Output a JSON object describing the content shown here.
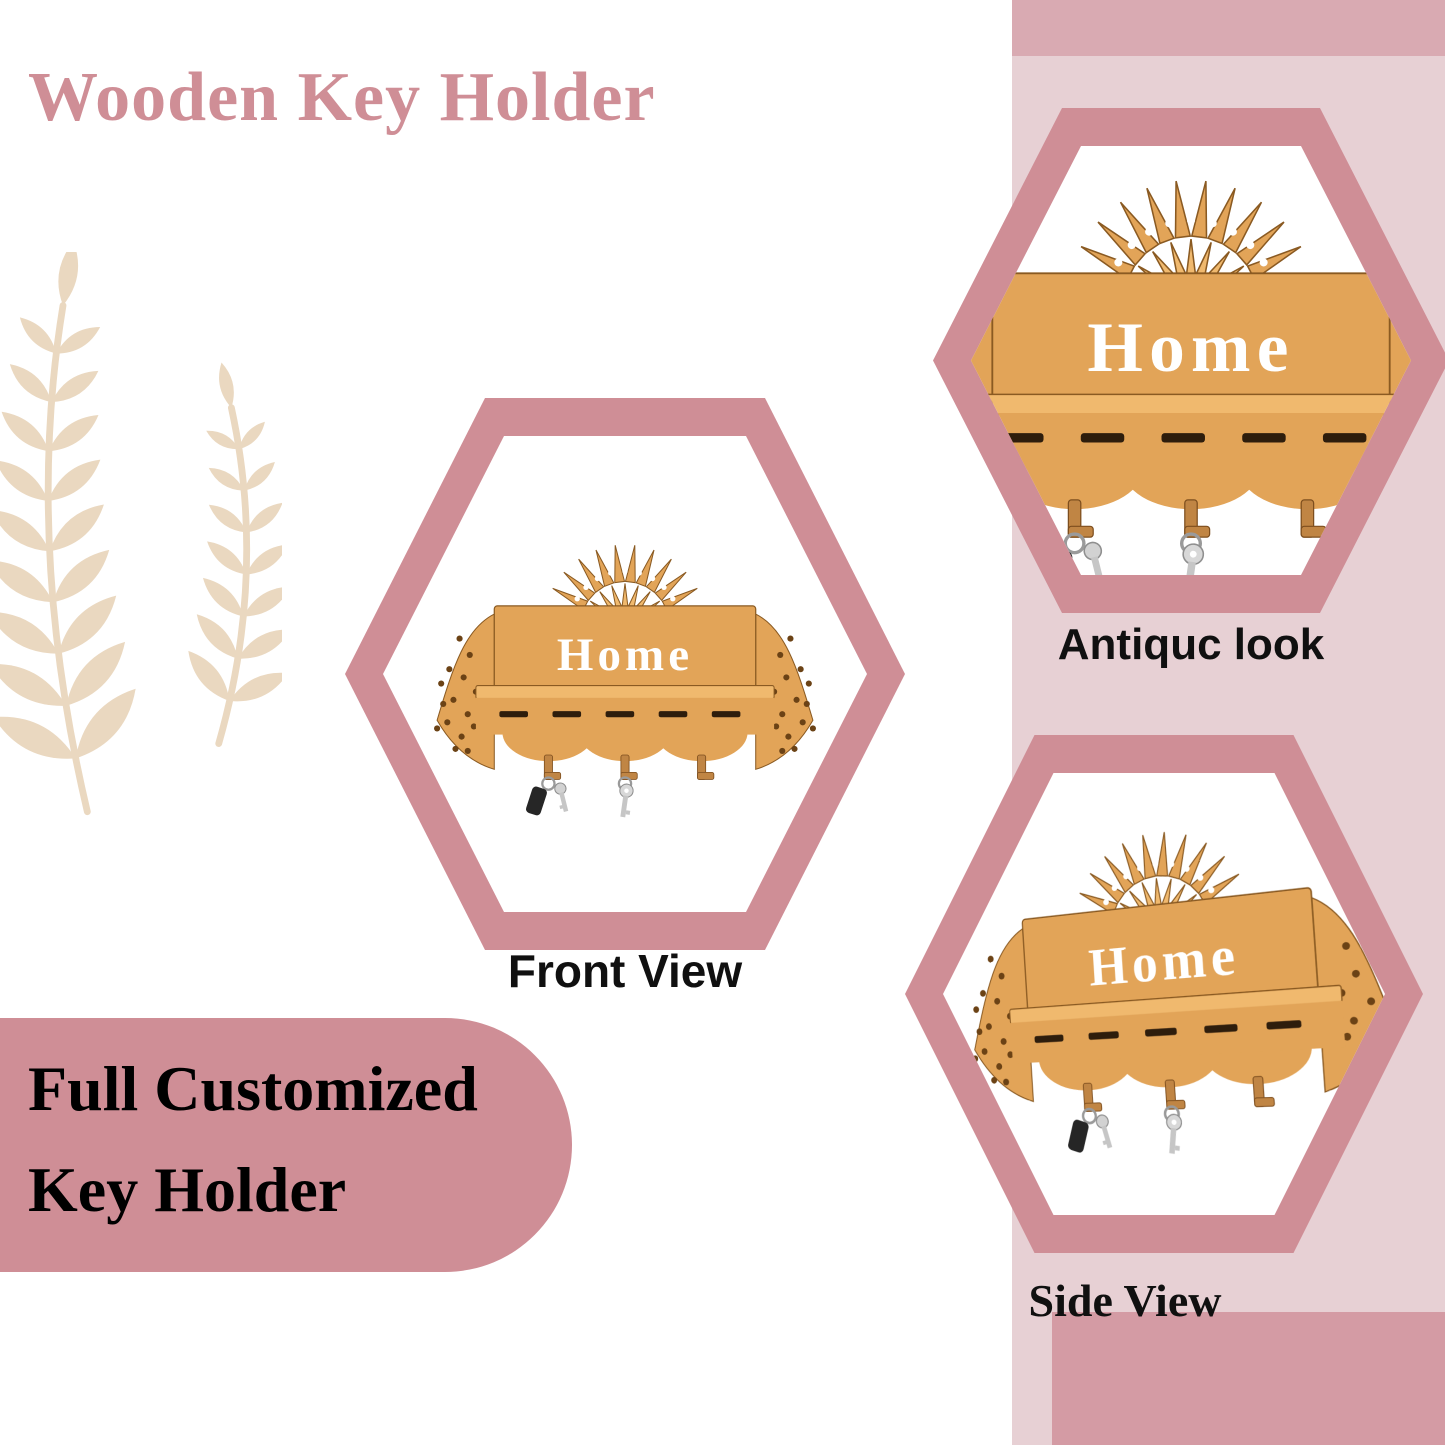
{
  "title": "Wooden Key Holder",
  "badge": {
    "line1": "Full Customized",
    "line2": "Key Holder"
  },
  "views": [
    {
      "label": "Front View",
      "product_text": "Home"
    },
    {
      "label": "Antiquc look",
      "product_text": "Home"
    },
    {
      "label": "Side View",
      "product_text": "Home"
    }
  ],
  "colors": {
    "accent": "#cf8e96",
    "band_light": "#e7d0d4",
    "band_dark": "#d9aab2",
    "corner_block": "#d49ba4",
    "leaf": "#ead8c0",
    "wood": "#e2a458",
    "wood_light": "#f0b96e",
    "wood_dark": "#8a5a22",
    "label_text": "#101010",
    "key_metal": "#c6c6c6",
    "fob_black": "#262626"
  }
}
